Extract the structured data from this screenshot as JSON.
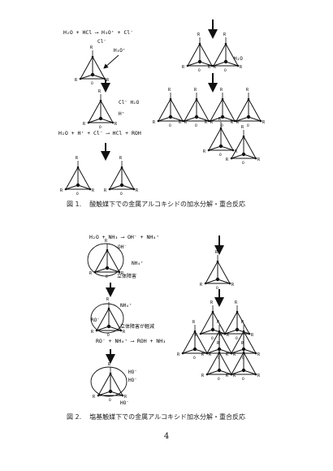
{
  "page": {
    "number": "4"
  },
  "figure1": {
    "number": "図 1.",
    "caption": "酸触媒下での金属アルコキシドの加水分解・重合反応",
    "labels": {
      "eq_top": "H₂O + HCl ⟶ H₃O⁺ + Cl⁻",
      "cl_1": "Cl⁻",
      "h3o": "H₃O⁺",
      "cl_2": "Cl⁻ H₂O",
      "h_plus": "H⁺",
      "eq_mid": "H₂O + H⁺ + Cl⁻ ⟶ HCl + ROH",
      "h2o_right": "H₂O"
    }
  },
  "figure2": {
    "number": "図 2.",
    "caption": "塩基触媒下での金属アルコキシド加水分解・重合反応",
    "labels": {
      "eq_top": "H₂O + NH₃ ⟶ OH⁻ + NH₄⁺",
      "oh_1": "OH⁻",
      "nh4_1": "NH₄⁺",
      "steric_1": "立体障害",
      "nh4_2": "NH₄⁺",
      "ro_minus": "RO⁻",
      "steric_2": "立体障害が軽減",
      "eq_mid": "RO⁻ + NH₄⁺ ⟶ ROH + NH₃",
      "ho_1": "HO⁻",
      "ho_2": "HO⁻",
      "ho_3": "HO⁻"
    }
  }
}
